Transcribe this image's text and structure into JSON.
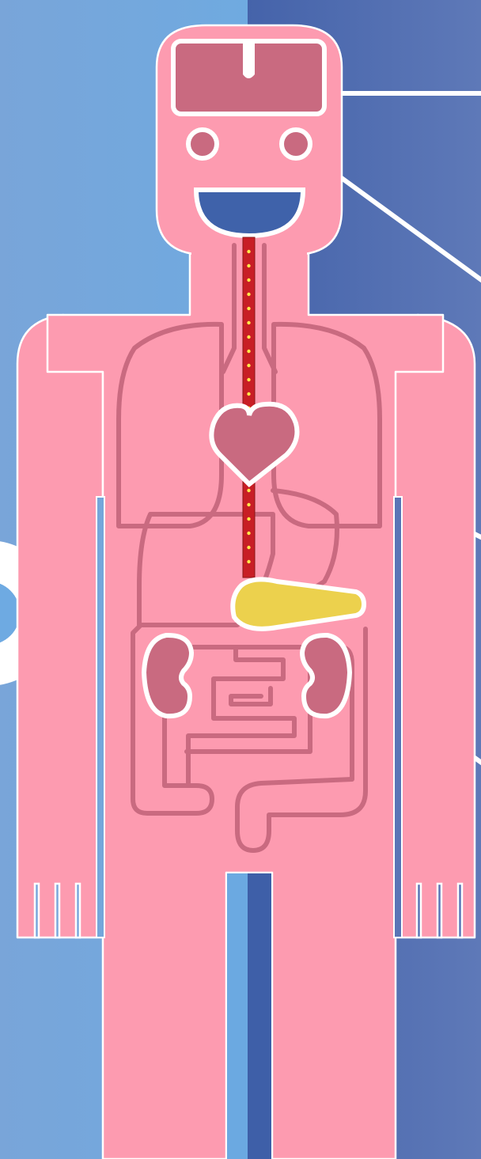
{
  "colors": {
    "bg_left": "#74A6DA",
    "bg_right": "#5975B6",
    "body": "#FD9BB0",
    "organ": "#C96A80",
    "outline": "#FFFFFF",
    "mouth": "#3F62AA",
    "esophagus": "#C81E25",
    "esophagus_dots": "#FFE94A",
    "pancreas": "#ECD14D",
    "leg_gap_left": "#6BA9E1",
    "leg_gap_right": "#3E5FA8"
  },
  "organs": [
    "brain",
    "eyes",
    "mouth",
    "esophagus",
    "lungs",
    "heart",
    "liver",
    "stomach",
    "pancreas",
    "kidneys",
    "intestines"
  ],
  "callouts": [
    "brain",
    "eye",
    "heart",
    "kidney"
  ]
}
